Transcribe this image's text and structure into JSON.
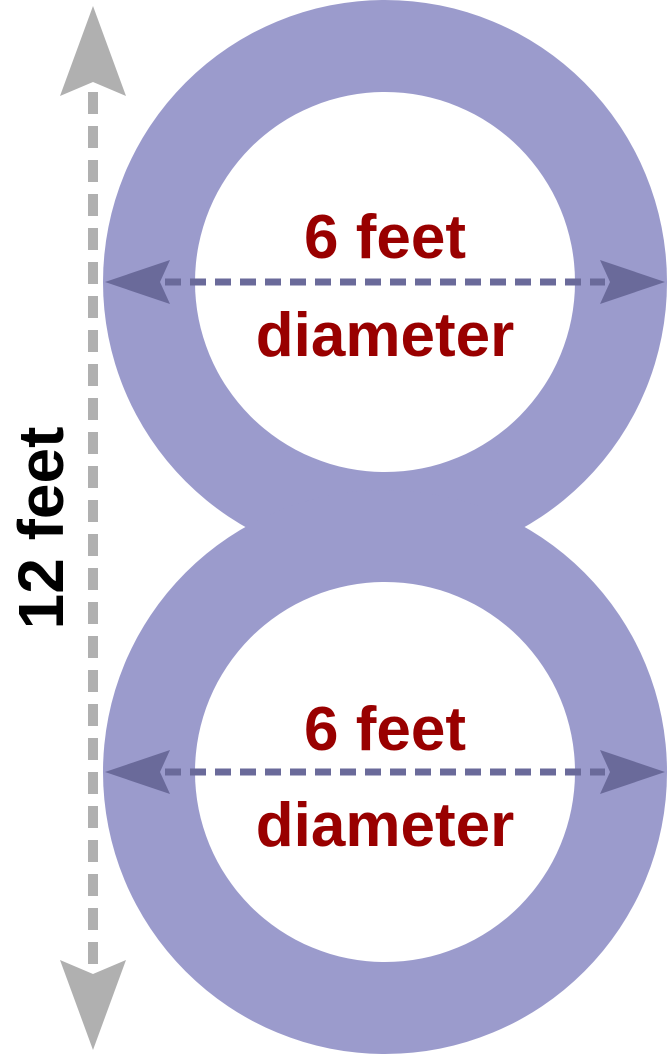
{
  "overall_height_label": "12 feet",
  "circles": [
    {
      "line1": "6 feet",
      "line2": "diameter"
    },
    {
      "line1": "6 feet",
      "line2": "diameter"
    }
  ],
  "colors": {
    "ring": "#9b9bcc",
    "hole": "#ffffff",
    "label": "#990000",
    "height_arrow": "#b0b0b0",
    "diameter_arrow": "#6a6a9a",
    "height_text": "#000000"
  }
}
